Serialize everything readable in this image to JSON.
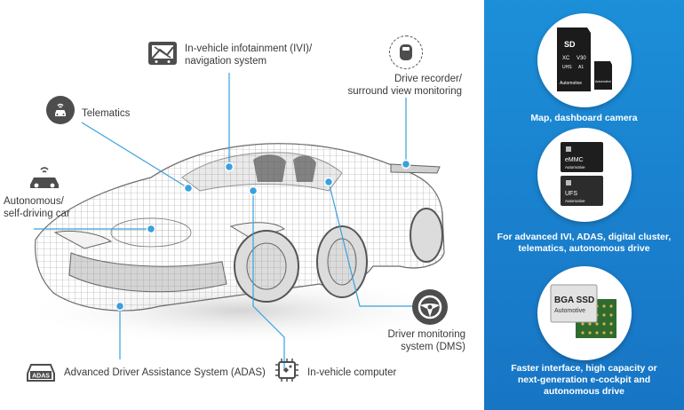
{
  "callouts": {
    "ivi": "In-vehicle infotainment (IVI)/\nnavigation system",
    "drive_recorder": "Drive recorder/\nsurround view monitoring",
    "telematics": "Telematics",
    "autonomous": "Autonomous/\nself-driving car",
    "dms": "Driver monitoring\nsystem (DMS)",
    "adas": "Advanced Driver Assistance System (ADAS)",
    "computer": "In-vehicle computer"
  },
  "adas_icon_text": "ADAS",
  "products": [
    {
      "caption": "Map, dashboard camera",
      "chip_labels": [
        "SD",
        "XC",
        "V30",
        "UHS",
        "A1",
        "Automotive",
        "Automotive"
      ]
    },
    {
      "caption": "For advanced IVI, ADAS, digital cluster,\ntelematics, autonomous drive",
      "chip_labels": [
        "eMMC",
        "Automotive",
        "UFS",
        "Automotive"
      ]
    },
    {
      "caption": "Faster interface, high capacity or\nnext-generation e-cockpit and\nautonomous drive",
      "chip_labels": [
        "BGA SSD",
        "Automotive"
      ]
    }
  ],
  "colors": {
    "panel_top": "#1c8fd9",
    "panel_bottom": "#1775c4",
    "line_blue": "#3aa0de",
    "icon_gray": "#4d4d4d"
  }
}
